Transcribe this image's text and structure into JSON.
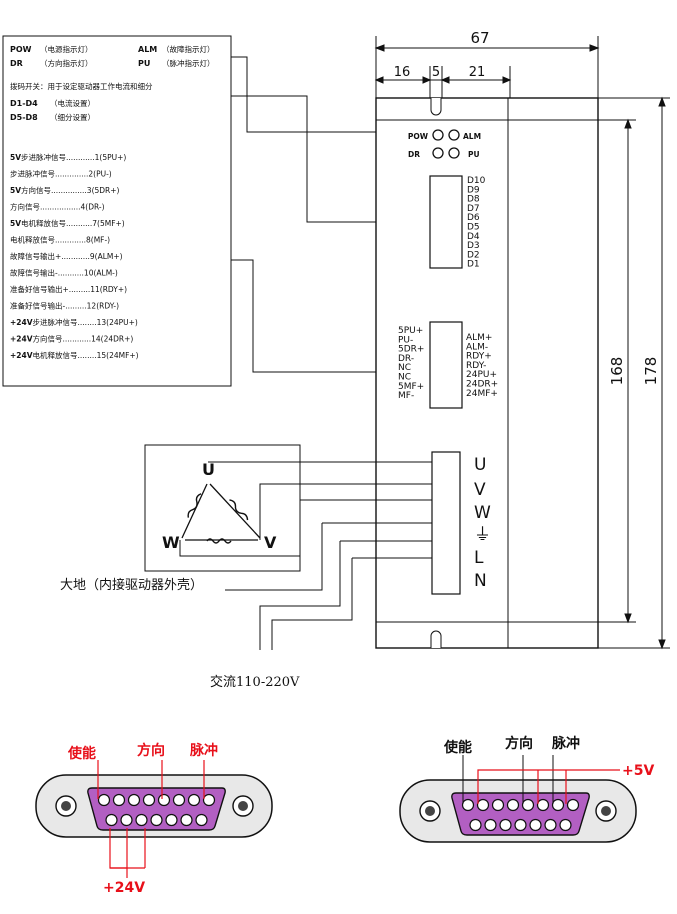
{
  "legend": {
    "pow": "POW",
    "pow_desc": "（电源指示灯）",
    "alm": "ALM",
    "alm_desc": "（故障指示灯）",
    "dr": "DR",
    "dr_desc": "（方向指示灯）",
    "pu": "PU",
    "pu_desc": "（脉冲指示灯）",
    "dip_intro": "拨码开关：用于设定驱动器工作电流和细分",
    "d1d4": "D1-D4",
    "d1d4_desc": "（电流设置）",
    "d5d8": "D5-D8",
    "d5d8_desc": "（细分设置）"
  },
  "signals": [
    {
      "prefix": "5V",
      "text": "步进脉冲信号............1(5PU+)"
    },
    {
      "prefix": "",
      "text": "步进脉冲信号..............2(PU-)"
    },
    {
      "prefix": "5V",
      "text": "方向信号...............3(5DR+)"
    },
    {
      "prefix": "",
      "text": "方向信号.................4(DR-)"
    },
    {
      "prefix": "5V",
      "text": "电机释放信号...........7(5MF+)"
    },
    {
      "prefix": "",
      "text": "电机释放信号.............8(MF-)"
    },
    {
      "prefix": "",
      "text": "故障信号输出+............9(ALM+)"
    },
    {
      "prefix": "",
      "text": "故障信号输出-...........10(ALM-)"
    },
    {
      "prefix": "",
      "text": "准备好信号输出+.........11(RDY+)"
    },
    {
      "prefix": "",
      "text": "准备好信号输出-.........12(RDY-)"
    },
    {
      "prefix": "+24V",
      "text": "步进脉冲信号........13(24PU+)"
    },
    {
      "prefix": "+24V",
      "text": "方向信号............14(24DR+)"
    },
    {
      "prefix": "+24V",
      "text": "电机释放信号........15(24MF+)"
    }
  ],
  "dimensions": {
    "total_width": "67",
    "seg1": "16",
    "seg2": "5",
    "seg3": "21",
    "height_inner": "168",
    "height_outer": "178"
  },
  "panel": {
    "led_pow": "POW",
    "led_alm": "ALM",
    "led_dr": "DR",
    "led_pu": "PU",
    "dip_labels": [
      "D10",
      "D9",
      "D8",
      "D7",
      "D6",
      "D5",
      "D4",
      "D3",
      "D2",
      "D1"
    ],
    "conn_left": [
      "5PU+",
      "PU-",
      "5DR+",
      "DR-",
      "NC",
      "NC",
      "5MF+",
      "MF-"
    ],
    "conn_right": [
      "ALM+",
      "ALM-",
      "RDY+",
      "RDY-",
      "24PU+",
      "24DR+",
      "24MF+"
    ],
    "terminals": [
      "U",
      "V",
      "W",
      "⏚",
      "L",
      "N"
    ]
  },
  "motor": {
    "u": "U",
    "v": "V",
    "w": "W"
  },
  "ground_label": "大地（内接驱动器外壳）",
  "ac_label": "交流110-220V",
  "connector_left": {
    "enable": "使能",
    "direction": "方向",
    "pulse": "脉冲",
    "supply": "+24V"
  },
  "connector_right": {
    "enable": "使能",
    "direction": "方向",
    "pulse": "脉冲",
    "supply": "+5V"
  },
  "colors": {
    "accent_red": "#e8101a",
    "connector_purple": "#b25fc2",
    "line": "#111111"
  }
}
